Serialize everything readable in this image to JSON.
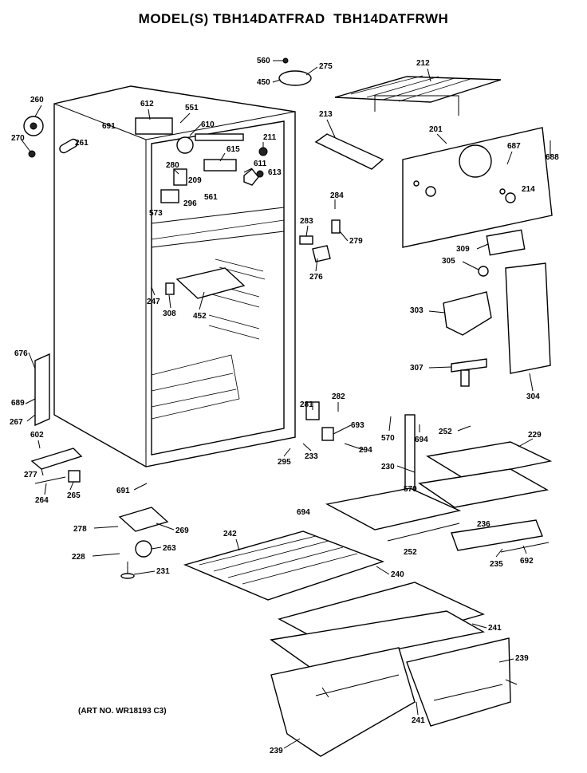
{
  "title": "MODEL(S) TBH14DATFRAD  TBH14DATFRWH",
  "art_note": "(ART NO. WR18193 C3)",
  "parts": [
    "560",
    "275",
    "450",
    "212",
    "213",
    "201",
    "687",
    "688",
    "214",
    "260",
    "270",
    "261",
    "612",
    "551",
    "691",
    "610",
    "211",
    "615",
    "611",
    "613",
    "280",
    "209",
    "561",
    "573",
    "296",
    "284",
    "283",
    "279",
    "276",
    "309",
    "305",
    "303",
    "307",
    "304",
    "676",
    "689",
    "267",
    "602",
    "277",
    "264",
    "265",
    "691",
    "247",
    "308",
    "452",
    "281",
    "282",
    "693",
    "294",
    "295",
    "233",
    "570",
    "694",
    "252",
    "229",
    "230",
    "236",
    "235",
    "692",
    "278",
    "269",
    "263",
    "228",
    "231",
    "242",
    "240",
    "241",
    "239"
  ]
}
